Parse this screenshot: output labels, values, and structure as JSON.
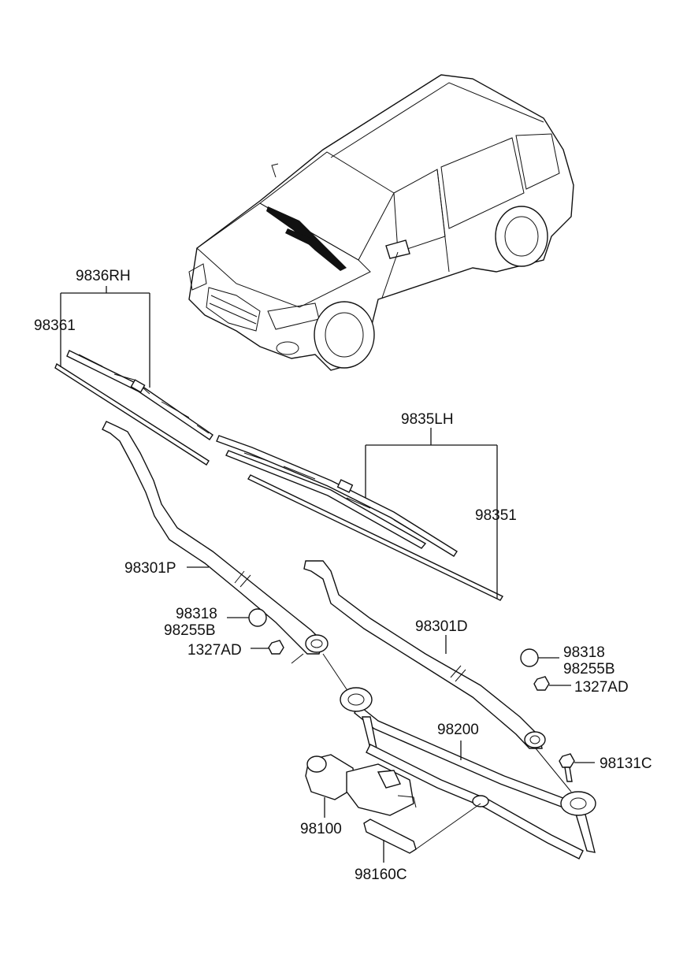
{
  "labels": {
    "p9836rh": "9836RH",
    "p98361": "98361",
    "p9835lh": "9835LH",
    "p98351": "98351",
    "p98301p": "98301P",
    "p98318_l": "98318",
    "p98255b_l": "98255B",
    "p1327ad_l": "1327AD",
    "p98301d": "98301D",
    "p98318_r": "98318",
    "p98255b_r": "98255B",
    "p1327ad_r": "1327AD",
    "p98200": "98200",
    "p98131c": "98131C",
    "p98100": "98100",
    "p98160c": "98160C"
  }
}
